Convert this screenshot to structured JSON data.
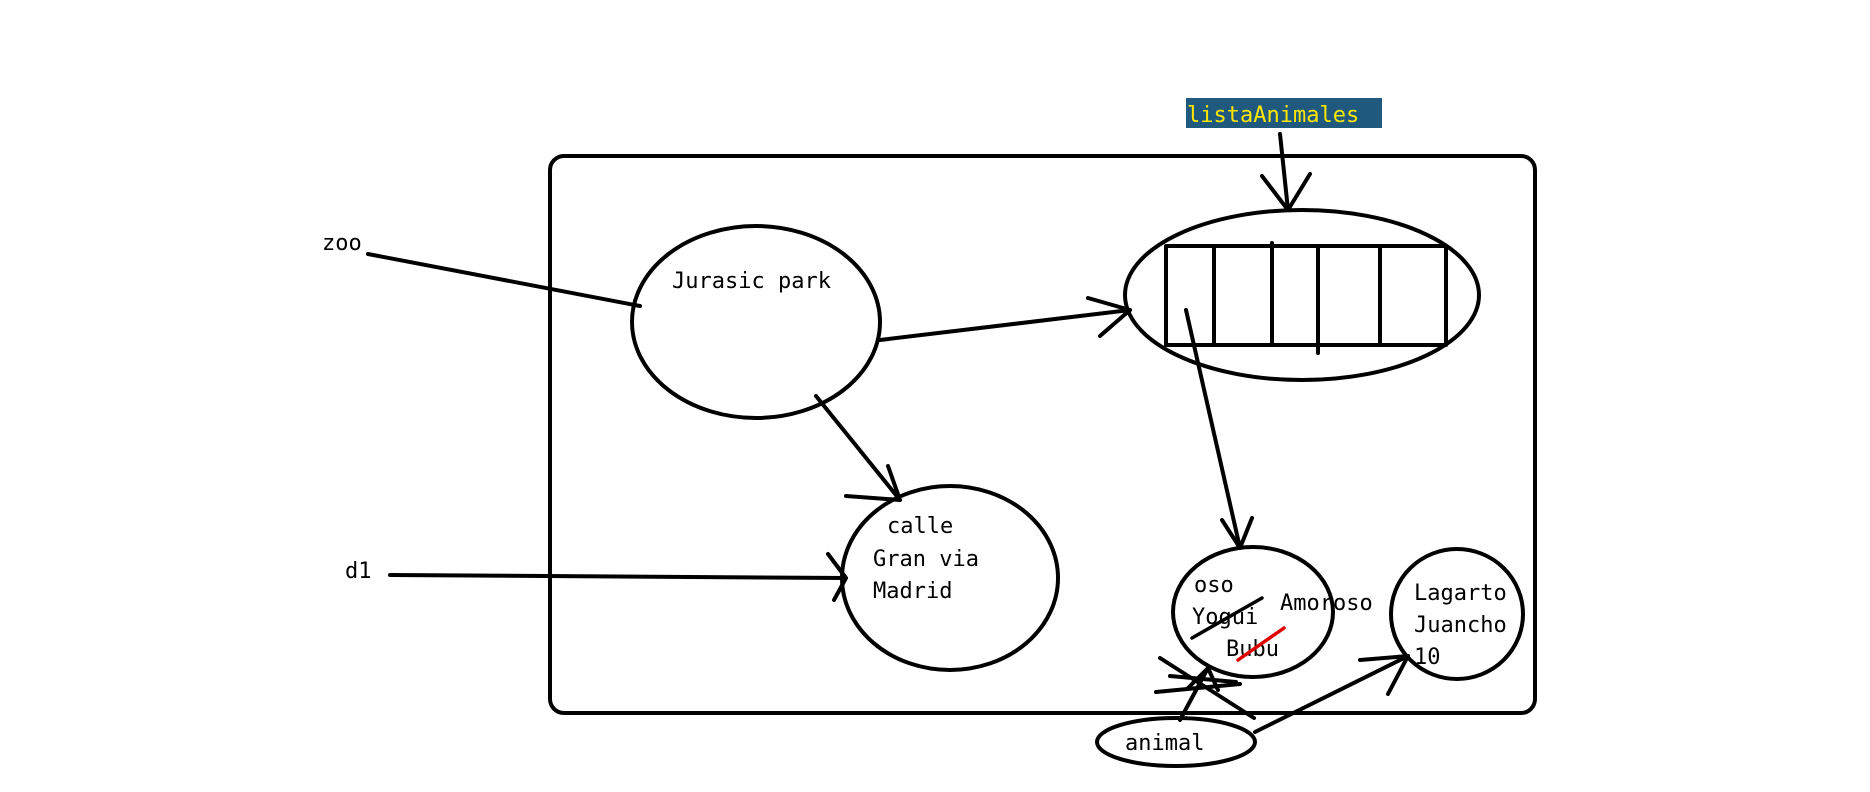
{
  "labels": {
    "zoo": "zoo",
    "d1": "d1",
    "lista_animales": "listaAnimales",
    "animal": "animal"
  },
  "nodes": {
    "zoo_object": {
      "name": "Jurasic park"
    },
    "direccion": {
      "line1": "calle",
      "line2": "Gran via",
      "line3": "Madrid"
    },
    "oso": {
      "type": "oso",
      "old_name": "Yogui",
      "new_name": "Bubu",
      "extra": "Amoroso"
    },
    "lagarto": {
      "type": "Lagarto",
      "name": "Juancho",
      "value": "10"
    }
  },
  "colors": {
    "highlight_bg": "#1f5a7e",
    "highlight_text": "#ffe600",
    "strike_red": "#e00000"
  }
}
